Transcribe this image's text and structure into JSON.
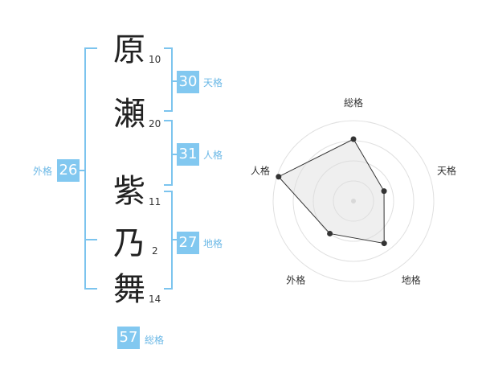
{
  "name_chars": [
    {
      "char": "原",
      "strokes": "10"
    },
    {
      "char": "瀬",
      "strokes": "20"
    },
    {
      "char": "紫",
      "strokes": "11"
    },
    {
      "char": "乃",
      "strokes": "2"
    },
    {
      "char": "舞",
      "strokes": "14"
    }
  ],
  "kaku": {
    "tenkaku": {
      "value": "30",
      "label": "天格"
    },
    "jinkaku": {
      "value": "31",
      "label": "人格"
    },
    "chikaku": {
      "value": "27",
      "label": "地格"
    },
    "gaikaku": {
      "value": "26",
      "label": "外格"
    },
    "soukaku": {
      "value": "57",
      "label": "総格"
    }
  },
  "chart_data": {
    "type": "radar",
    "axes": [
      "総格",
      "天格",
      "地格",
      "外格",
      "人格"
    ],
    "values": [
      0.77,
      0.4,
      0.65,
      0.5,
      0.98
    ],
    "rmax": 1,
    "rings": 4
  },
  "colors": {
    "accent": "#82c8f0",
    "bracket": "#7cc4ee",
    "fill": "#eeeeee",
    "ring": "#e0e0e0"
  }
}
